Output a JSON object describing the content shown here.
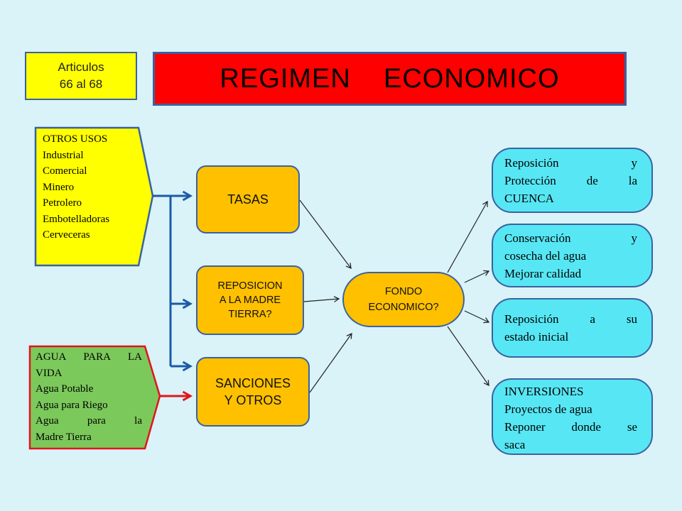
{
  "header": {
    "articulos_line1": "Articulos",
    "articulos_line2": "66 al 68",
    "title": "REGIMEN    ECONOMICO"
  },
  "otros_usos": {
    "items": [
      "OTROS USOS",
      "Industrial",
      "Comercial",
      "Minero",
      "Petrolero",
      "Embotelladoras",
      "Cerveceras"
    ]
  },
  "agua_vida": {
    "items": [
      "AGUA PARA LA",
      "VIDA",
      "Agua Potable",
      "Agua para Riego",
      "Agua para la",
      "Madre Tierra"
    ]
  },
  "tasas": {
    "label": "TASAS"
  },
  "reposicion": {
    "lines": [
      "REPOSICION",
      "A LA MADRE",
      "TIERRA?"
    ]
  },
  "sanciones": {
    "lines": [
      "SANCIONES",
      "Y OTROS"
    ]
  },
  "fondo": {
    "lines": [
      "FONDO",
      "ECONOMICO?"
    ]
  },
  "outcomes": [
    {
      "lines": [
        "Reposición y",
        "Protección de la",
        "CUENCA"
      ]
    },
    {
      "lines": [
        "Conservación y",
        "cosecha del agua",
        "Mejorar calidad"
      ]
    },
    {
      "lines": [
        "Reposición a su",
        "estado inicial"
      ]
    },
    {
      "lines": [
        "INVERSIONES",
        "Proyectos de agua",
        "Reponer donde se",
        "saca"
      ]
    }
  ],
  "colors": {
    "background": "#d9f3f8",
    "title_red": "#ff0000",
    "yellow": "#ffff00",
    "green": "#7cc95b",
    "orange": "#ffc000",
    "cyan": "#57e7f4",
    "border_blue": "#3a62a0",
    "arrow_red": "#e2141b"
  }
}
